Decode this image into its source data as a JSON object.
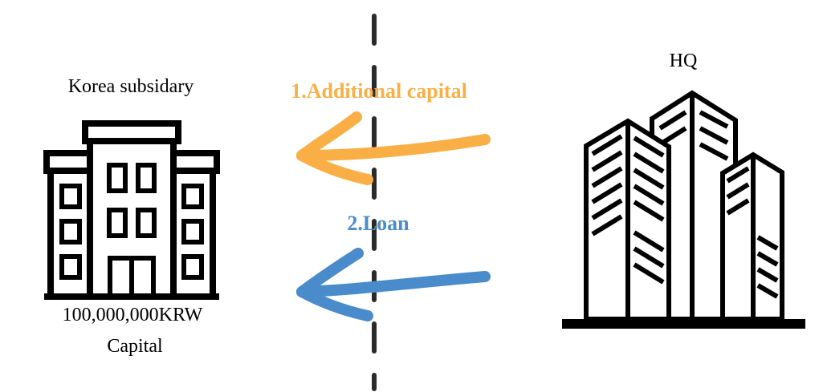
{
  "subsidiary": {
    "label": "Korea subsidary",
    "capital_amount": "100,000,000KRW",
    "capital_label": "Capital"
  },
  "hq": {
    "label": "HQ"
  },
  "flows": [
    {
      "label": "1.Additional capital",
      "color": "#F9AF45"
    },
    {
      "label": "2.Loan",
      "color": "#4A8BCB"
    }
  ],
  "icons": {
    "subsidiary": "office-building-icon",
    "hq": "skyscrapers-icon"
  }
}
